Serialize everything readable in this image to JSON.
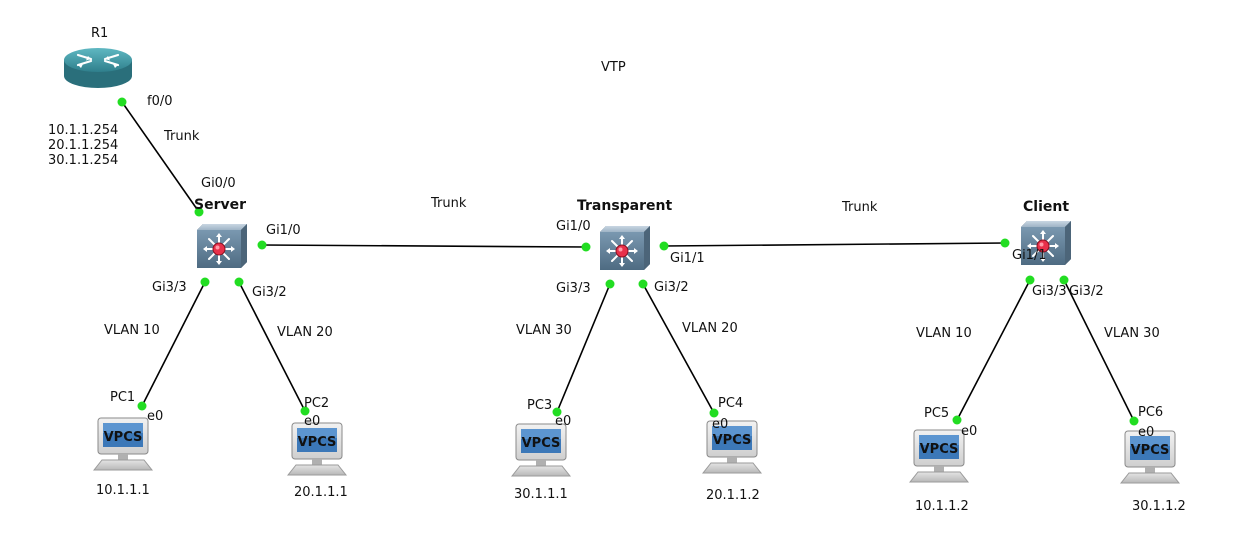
{
  "title": "VTP",
  "colors": {
    "link": "#000000",
    "port_dot": "#22dd22",
    "switch": "#5f7e95",
    "router": "#4a9eaa",
    "vpcs": "#3c78b8"
  },
  "nodes": {
    "r1": {
      "label": "R1",
      "icon": "router-icon",
      "addresses": [
        "10.1.1.254",
        "20.1.1.254",
        "30.1.1.254"
      ]
    },
    "server": {
      "label": "Server",
      "icon": "multilayer-switch-icon"
    },
    "transparent": {
      "label": "Transparent",
      "icon": "multilayer-switch-icon"
    },
    "client": {
      "label": "Client",
      "icon": "multilayer-switch-icon"
    },
    "pc1": {
      "label": "PC1",
      "icon": "vpcs-icon",
      "screen": "VPCS",
      "ip": "10.1.1.1"
    },
    "pc2": {
      "label": "PC2",
      "icon": "vpcs-icon",
      "screen": "VPCS",
      "ip": "20.1.1.1"
    },
    "pc3": {
      "label": "PC3",
      "icon": "vpcs-icon",
      "screen": "VPCS",
      "ip": "30.1.1.1"
    },
    "pc4": {
      "label": "PC4",
      "icon": "vpcs-icon",
      "screen": "VPCS",
      "ip": "20.1.1.2"
    },
    "pc5": {
      "label": "PC5",
      "icon": "vpcs-icon",
      "screen": "VPCS",
      "ip": "10.1.1.2"
    },
    "pc6": {
      "label": "PC6",
      "icon": "vpcs-icon",
      "screen": "VPCS",
      "ip": "30.1.1.2"
    }
  },
  "links": {
    "r1_server": {
      "label": "Trunk",
      "port_a": "f0/0",
      "port_b": "Gi0/0"
    },
    "server_transparent": {
      "label": "Trunk",
      "port_a": "Gi1/0",
      "port_b": "Gi1/0"
    },
    "transparent_client": {
      "label": "Trunk",
      "port_a": "Gi1/1",
      "port_b": "Gi1/1"
    },
    "server_pc1": {
      "label": "VLAN 10",
      "port_a": "Gi3/3",
      "port_b": "e0"
    },
    "server_pc2": {
      "label": "VLAN 20",
      "port_a": "Gi3/2",
      "port_b": "e0"
    },
    "transparent_pc3": {
      "label": "VLAN 30",
      "port_a": "Gi3/3",
      "port_b": "e0"
    },
    "transparent_pc4": {
      "label": "VLAN 20",
      "port_a": "Gi3/2",
      "port_b": "e0"
    },
    "client_pc5": {
      "label": "VLAN 10",
      "port_a": "Gi3/3",
      "port_b": "e0"
    },
    "client_pc6": {
      "label": "VLAN 30",
      "port_a": "Gi3/2",
      "port_b": "e0"
    }
  }
}
